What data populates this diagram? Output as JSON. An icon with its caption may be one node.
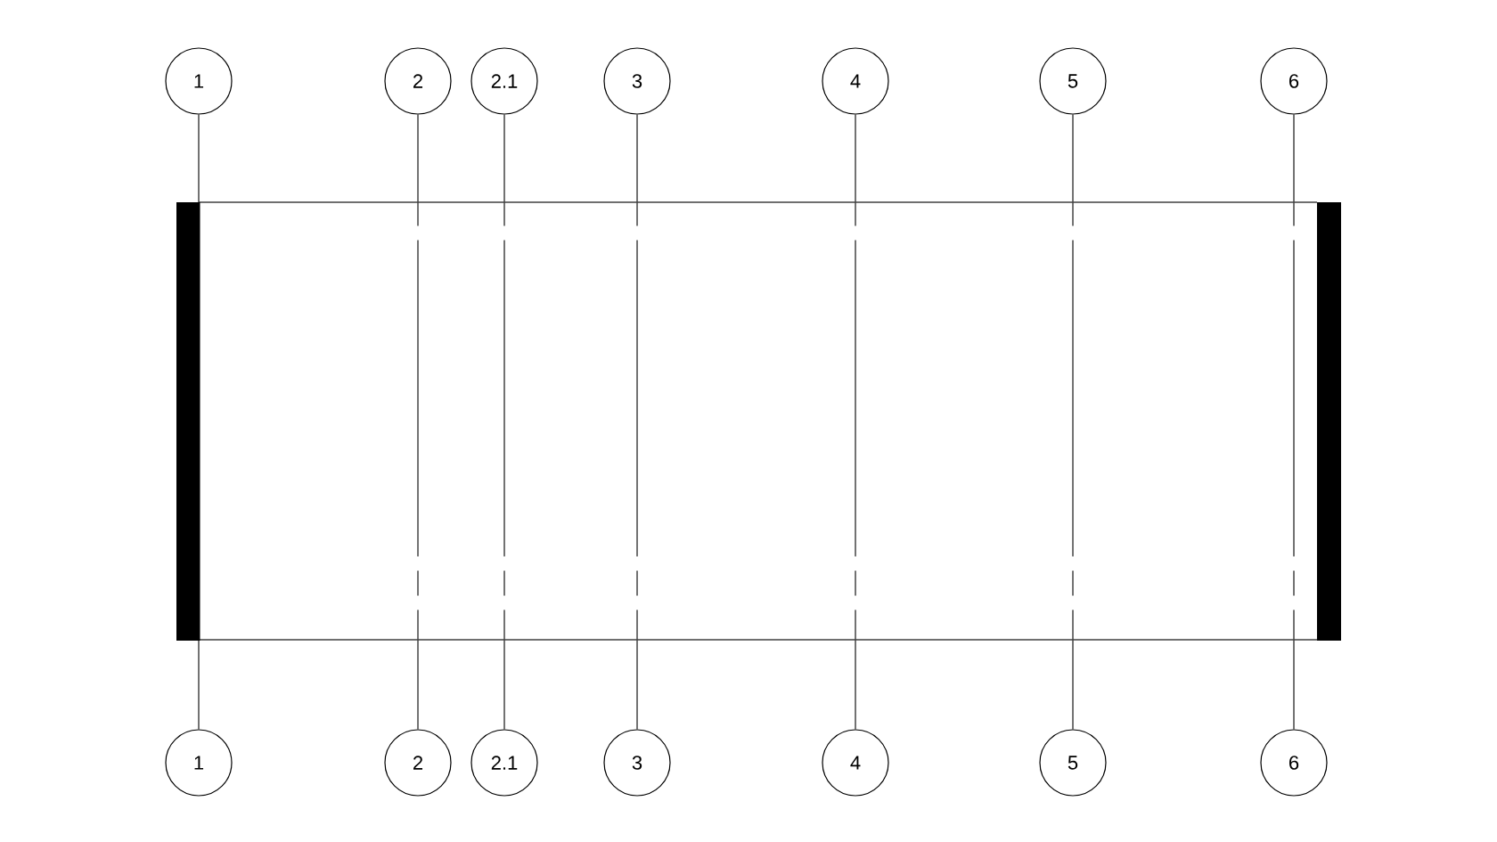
{
  "diagram": {
    "nodes": [
      {
        "text": [
          "1"
        ]
      },
      {
        "text": [
          "2"
        ]
      },
      {
        "text": [
          "2.1"
        ]
      },
      {
        "text": [
          "3"
        ]
      },
      {
        "text": [
          "4"
        ]
      },
      {
        "text": [
          "5"
        ]
      },
      {
        "text": [
          "6"
        ]
      },
      {
        "text": [
          "1"
        ]
      },
      {
        "text": [
          "2"
        ]
      },
      {
        "text": [
          "2.1"
        ]
      },
      {
        "text": [
          "3"
        ]
      },
      {
        "text": [
          "4"
        ]
      },
      {
        "text": [
          "5"
        ]
      },
      {
        "text": [
          "6"
        ]
      }
    ],
    "edges": [
      {
        "from": 0,
        "to": 7,
        "arrow": "none",
        "style": "dashed"
      },
      {
        "from": 1,
        "to": 8,
        "arrow": "none",
        "style": "dashed"
      },
      {
        "from": 2,
        "to": 9,
        "arrow": "none",
        "style": "dashed"
      },
      {
        "from": 3,
        "to": 10,
        "arrow": "none",
        "style": "dashed"
      },
      {
        "from": 4,
        "to": 11,
        "arrow": "none",
        "style": "dashed"
      },
      {
        "from": 5,
        "to": 12,
        "arrow": "none",
        "style": "dashed"
      },
      {
        "from": 6,
        "to": 13,
        "arrow": "none",
        "style": "dashed"
      }
    ]
  }
}
